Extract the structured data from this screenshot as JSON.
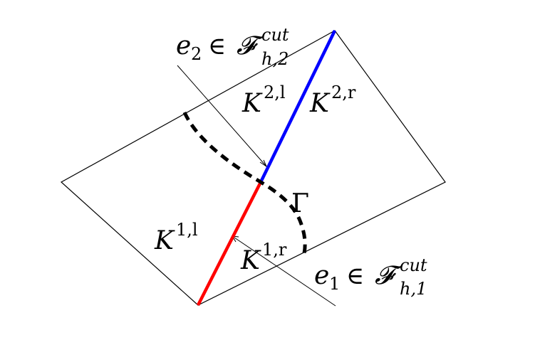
{
  "labels": {
    "e2": {
      "base": "e",
      "sub": "2",
      "rel": "∈",
      "set": "𝓕",
      "sup": "cut",
      "sub2": "h,2"
    },
    "e1": {
      "base": "e",
      "sub": "1",
      "rel": "∈",
      "set": "𝓕",
      "sup": "cut",
      "sub2": "h,1"
    },
    "K2l": {
      "base": "K",
      "sup": "2,l"
    },
    "K2r": {
      "base": "K",
      "sup": "2,r"
    },
    "K1l": {
      "base": "K",
      "sup": "1,l"
    },
    "K1r": {
      "base": "K",
      "sup": "1,r"
    },
    "gamma": "Γ"
  },
  "colors": {
    "outline": "#000000",
    "upper_cut_edge": "#0000ff",
    "lower_cut_edge": "#ff0000",
    "interface": "#000000"
  }
}
